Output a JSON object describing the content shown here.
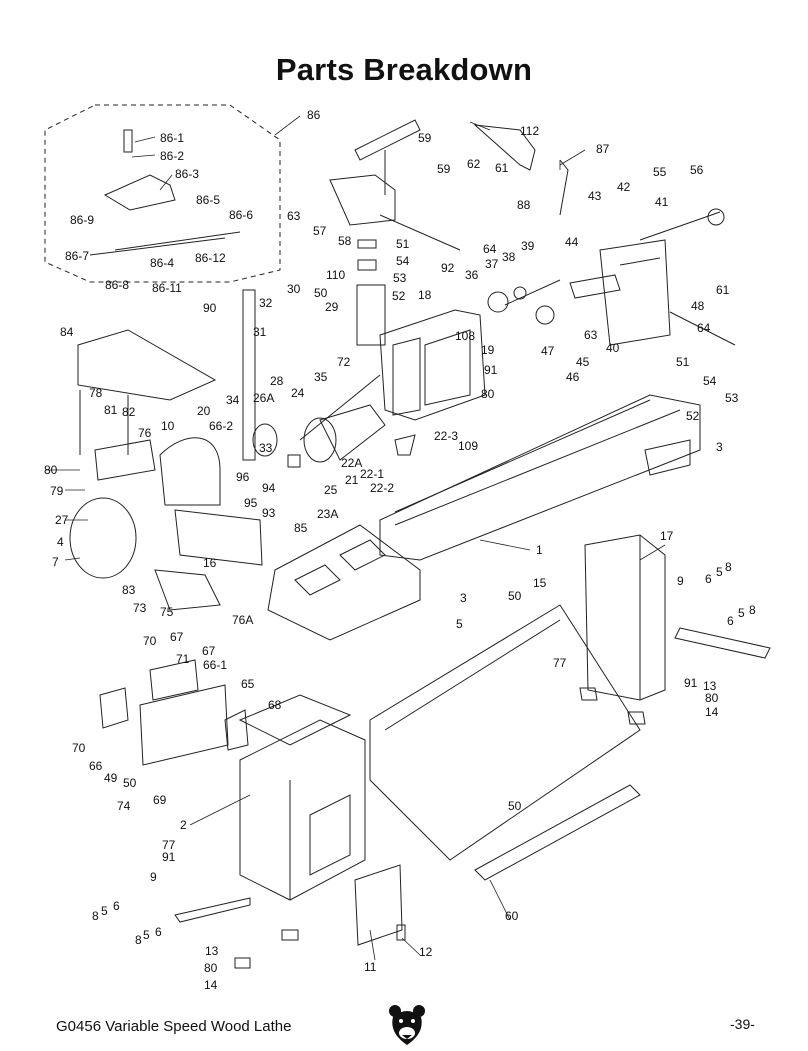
{
  "title": "Parts Breakdown",
  "footer": {
    "model": "G0456 Variable Speed Wood Lathe",
    "page": "-39-"
  },
  "logo": {
    "icon": "bear-head-icon"
  },
  "callouts": [
    "86",
    "86-1",
    "86-2",
    "86-3",
    "86-5",
    "86-6",
    "86-9",
    "86-7",
    "86-4",
    "86-12",
    "86-8",
    "86-11",
    "59",
    "112",
    "87",
    "62",
    "61",
    "59",
    "63",
    "57",
    "58",
    "51",
    "54",
    "53",
    "64",
    "88",
    "39",
    "44",
    "42",
    "43",
    "56",
    "55",
    "41",
    "92",
    "36",
    "37",
    "38",
    "110",
    "52",
    "18",
    "108",
    "19",
    "91",
    "80",
    "47",
    "45",
    "46",
    "40",
    "63",
    "61",
    "48",
    "64",
    "51",
    "54",
    "53",
    "52",
    "3",
    "90",
    "32",
    "30",
    "50",
    "29",
    "31",
    "72",
    "35",
    "24",
    "28",
    "26A",
    "34",
    "66-2",
    "33",
    "22A",
    "22-3",
    "22-1",
    "22-2",
    "21",
    "25",
    "23A",
    "109",
    "84",
    "78",
    "81",
    "82",
    "76",
    "20",
    "10",
    "80",
    "79",
    "27",
    "4",
    "7",
    "96",
    "94",
    "95",
    "93",
    "85",
    "16",
    "83",
    "73",
    "75",
    "76A",
    "1",
    "3",
    "5",
    "17",
    "9",
    "6",
    "5",
    "8",
    "50",
    "15",
    "77",
    "13",
    "91",
    "80",
    "14",
    "5",
    "8",
    "6",
    "70",
    "67",
    "67",
    "71",
    "66-1",
    "65",
    "68",
    "70",
    "66",
    "49",
    "50",
    "74",
    "69",
    "2",
    "77",
    "91",
    "9",
    "8",
    "5",
    "6",
    "8",
    "5",
    "6",
    "13",
    "80",
    "14",
    "11",
    "12",
    "50",
    "60"
  ]
}
